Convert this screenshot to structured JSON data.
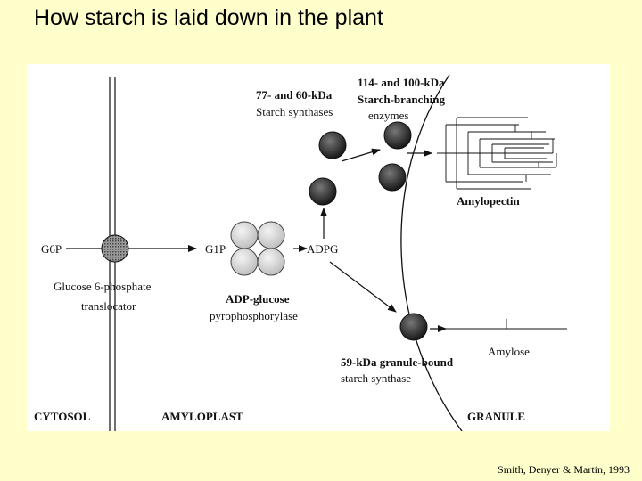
{
  "slide": {
    "title": "How starch is laid down in the plant",
    "citation": "Smith, Denyer & Martin, 1993"
  },
  "figure": {
    "compartments": {
      "cytosol": "CYTOSOL",
      "amyloplast": "AMYLOPLAST",
      "granule": "GRANULE"
    },
    "metabolites": {
      "g6p": "G6P",
      "g1p": "G1P",
      "adpg": "ADPG"
    },
    "translocator": {
      "line1": "Glucose 6-phosphate",
      "line2": "translocator"
    },
    "adp_glucose_enzyme": {
      "line1": "ADP-glucose",
      "line2": "pyrophosphorylase"
    },
    "starch_synthases": {
      "line1": "77- and 60-kDa",
      "line2": "Starch synthases"
    },
    "branching_enzymes": {
      "line1": "114- and 100-kDa",
      "line2": "Starch-branching",
      "line3": "enzymes"
    },
    "gbss": {
      "line1": "59-kDa granule-bound",
      "line2": "starch synthase"
    },
    "products": {
      "amylopectin": "Amylopectin",
      "amylose": "Amylose"
    }
  }
}
